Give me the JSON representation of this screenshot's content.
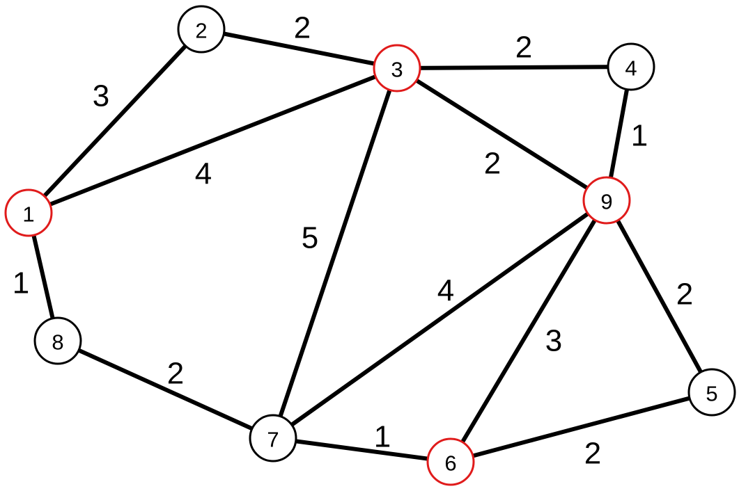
{
  "colors": {
    "edge": "#000000",
    "node_border_default": "#000000",
    "node_border_highlight": "#e01b1b",
    "node_fill": "#ffffff"
  },
  "nodes": [
    {
      "id": "1",
      "label": "1",
      "highlighted": true
    },
    {
      "id": "2",
      "label": "2",
      "highlighted": false
    },
    {
      "id": "3",
      "label": "3",
      "highlighted": true
    },
    {
      "id": "4",
      "label": "4",
      "highlighted": false
    },
    {
      "id": "5",
      "label": "5",
      "highlighted": false
    },
    {
      "id": "6",
      "label": "6",
      "highlighted": true
    },
    {
      "id": "7",
      "label": "7",
      "highlighted": false
    },
    {
      "id": "8",
      "label": "8",
      "highlighted": false
    },
    {
      "id": "9",
      "label": "9",
      "highlighted": true
    }
  ],
  "edges": [
    {
      "source": "1",
      "target": "2",
      "weight": "3"
    },
    {
      "source": "2",
      "target": "3",
      "weight": "2"
    },
    {
      "source": "1",
      "target": "3",
      "weight": "4"
    },
    {
      "source": "3",
      "target": "4",
      "weight": "2"
    },
    {
      "source": "4",
      "target": "9",
      "weight": "1"
    },
    {
      "source": "3",
      "target": "9",
      "weight": "2"
    },
    {
      "source": "3",
      "target": "7",
      "weight": "5"
    },
    {
      "source": "1",
      "target": "8",
      "weight": "1"
    },
    {
      "source": "8",
      "target": "7",
      "weight": "2"
    },
    {
      "source": "7",
      "target": "9",
      "weight": "4"
    },
    {
      "source": "9",
      "target": "6",
      "weight": "3"
    },
    {
      "source": "9",
      "target": "5",
      "weight": "2"
    },
    {
      "source": "7",
      "target": "6",
      "weight": "1"
    },
    {
      "source": "6",
      "target": "5",
      "weight": "2"
    }
  ]
}
